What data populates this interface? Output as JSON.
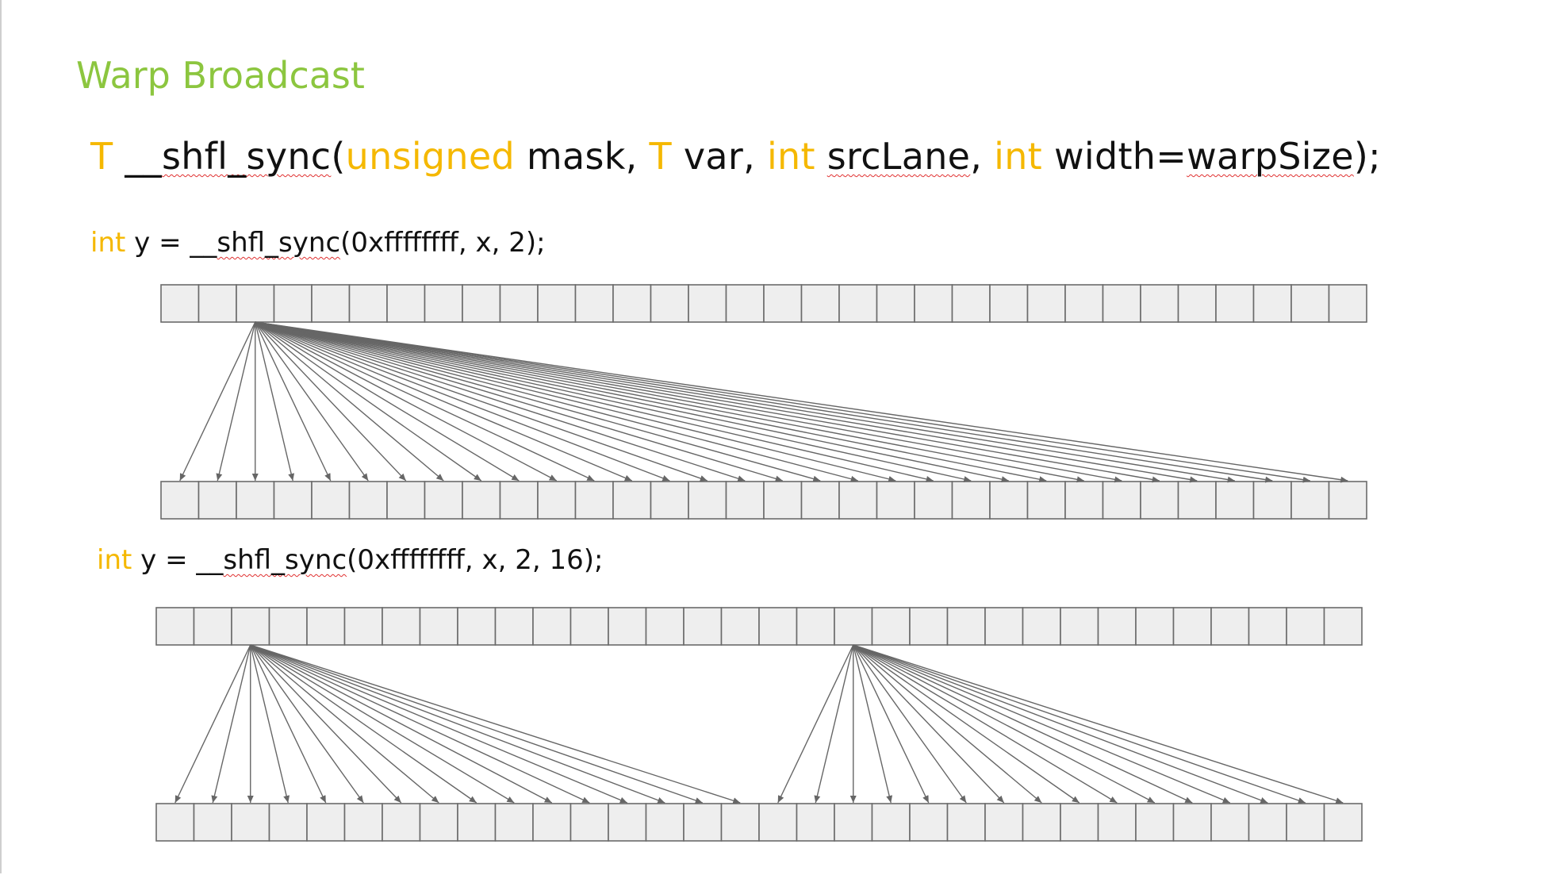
{
  "title": "Warp Broadcast",
  "signature": {
    "t1": "T",
    "fn_prefix": "__",
    "fn": "shfl_sync",
    "open": "(",
    "kw_unsigned": "unsigned",
    "mask": " mask, ",
    "t2": "T",
    "var": " var, ",
    "kw_int1": "int",
    "sp1": " ",
    "srcLane": "srcLane",
    "comma": ", ",
    "kw_int2": "int",
    "width": " width=",
    "warpSize": "warpSize",
    "close": ");"
  },
  "examples": [
    {
      "kw": "int",
      "pre": " y = __",
      "fn": "shfl_sync",
      "args": "(0xffffffff, x, 2);",
      "lanes": 32,
      "srcLane": 2,
      "width": 32
    },
    {
      "kw": "int",
      "pre": " y = __",
      "fn": "shfl_sync",
      "args": "(0xffffffff, x, 2, 16);",
      "lanes": 32,
      "srcLane": 2,
      "width": 16
    }
  ],
  "colors": {
    "title": "#8cc63f",
    "keyword": "#f5b800",
    "text": "#111111",
    "cell_fill": "#eeeeee",
    "cell_stroke": "#6b6b6b",
    "arrow": "#666666"
  }
}
